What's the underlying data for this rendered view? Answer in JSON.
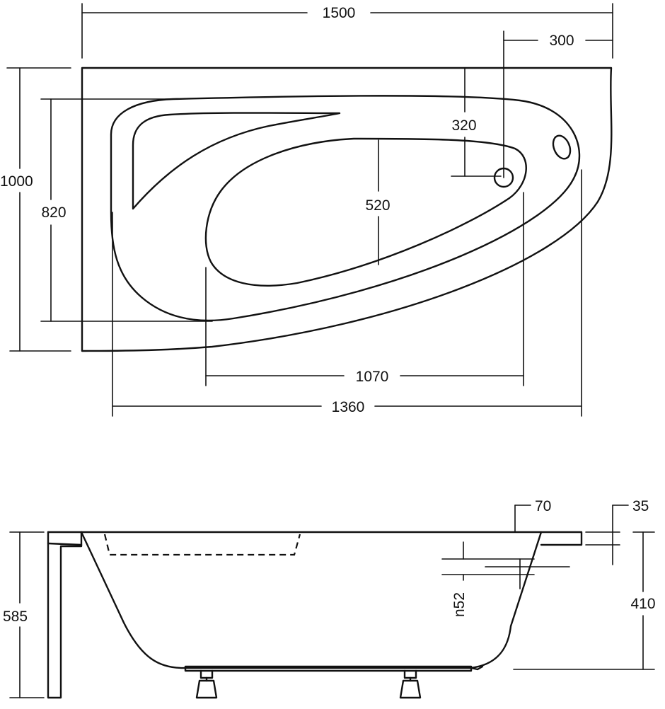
{
  "top_view": {
    "overall_width": "1500",
    "waste_offset": "300",
    "overall_depth": "1000",
    "inner_depth": "820",
    "waste_to_wall": "320",
    "basin_depth": "520",
    "basin_length": "1070",
    "inner_length": "1360"
  },
  "side_view": {
    "rim_width": "70",
    "rim_thickness": "35",
    "overall_height": "585",
    "tub_depth": "410",
    "overflow_label": "n52"
  }
}
